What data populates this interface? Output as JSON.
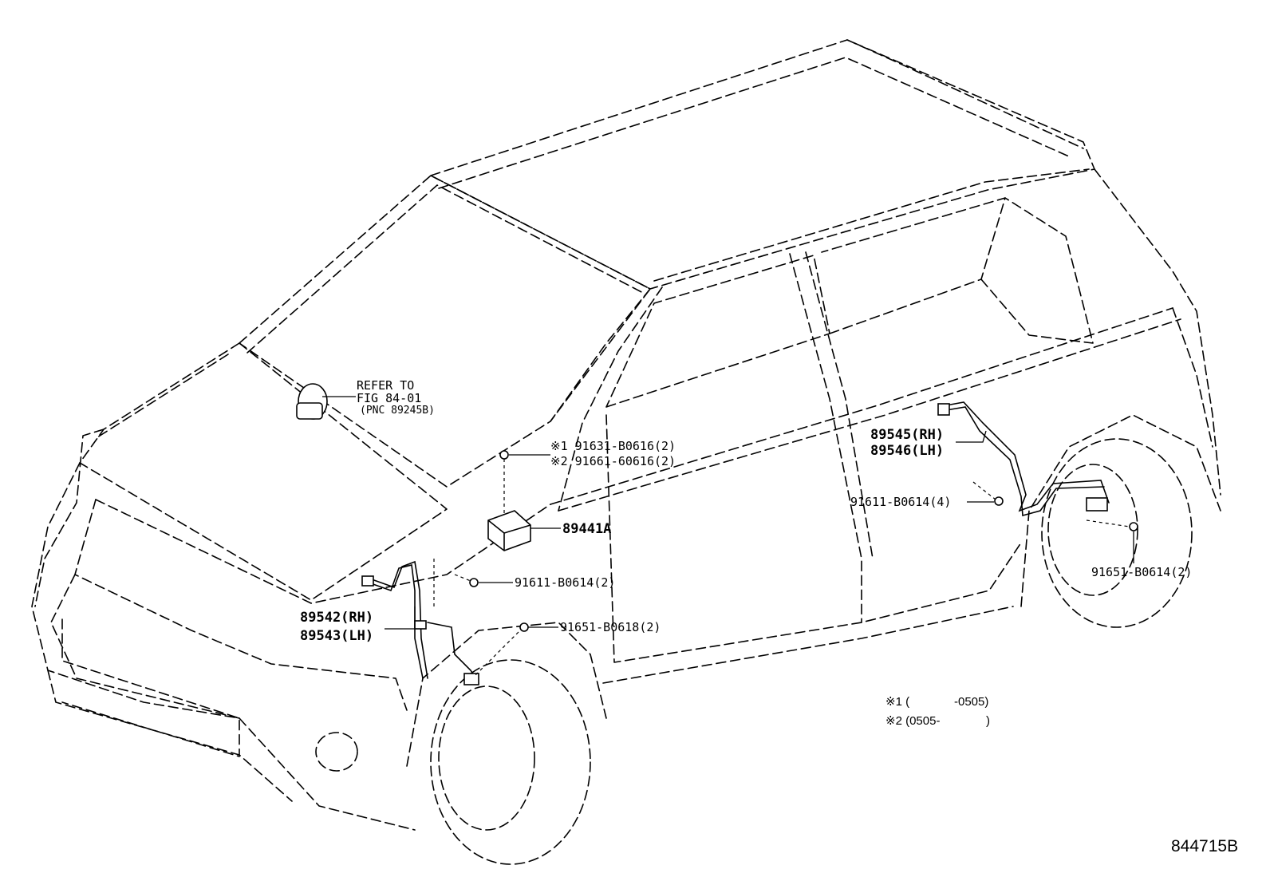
{
  "callouts": {
    "refer_line1": "REFER TO",
    "refer_line2": "FIG 84-01",
    "refer_line3": "(PNC 89245B)",
    "bolt_note1": "※1 91631-B0616(2)",
    "bolt_note2": "※2 91661-60616(2)",
    "module": "89441A",
    "front_clip": "91611-B0614(2)",
    "front_bolt": "91651-B0618(2)",
    "front_rh": "89542(RH)",
    "front_lh": "89543(LH)",
    "rear_rh": "89545(RH)",
    "rear_lh": "89546(LH)",
    "rear_clip": "91611-B0614(4)",
    "rear_bolt": "91651-B0614(2)"
  },
  "legend": {
    "line1_mark": "※1 (",
    "line1_value": "-0505)",
    "line2_mark": "※2 (0505-",
    "line2_value": ")"
  },
  "illustration_id": "844715B"
}
